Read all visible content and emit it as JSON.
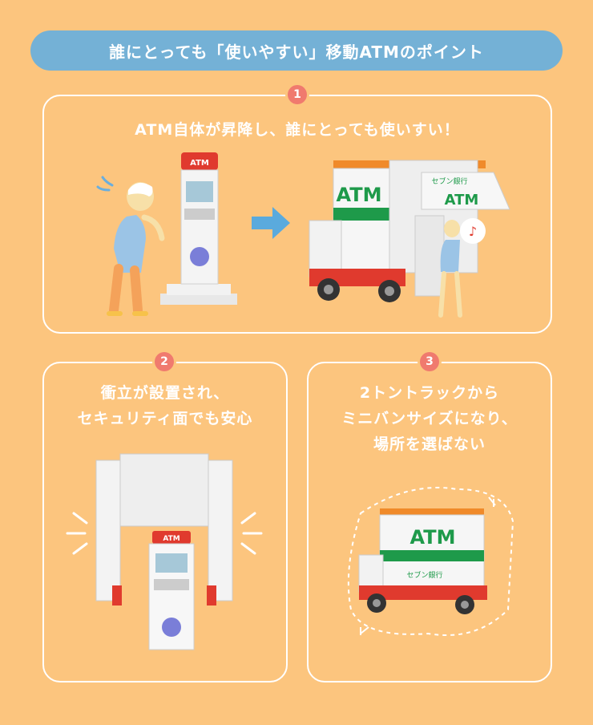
{
  "header": {
    "title": "誰にとっても「使いやすい」移動ATMのポイント"
  },
  "points": [
    {
      "number": "1",
      "lines": [
        "ATM自体が昇降し、誰にとっても使いすい！"
      ]
    },
    {
      "number": "2",
      "lines": [
        "衝立が設置され、",
        "セキュリティ面でも安心"
      ]
    },
    {
      "number": "3",
      "lines": [
        "2トントラックから",
        "ミニバンサイズになり、",
        "場所を選ばない"
      ]
    }
  ],
  "signage": {
    "atm_label": "ATM",
    "bank_name": "セブン銀行"
  },
  "colors": {
    "background": "#fcc57e",
    "title_pill": "#74b1d6",
    "badge": "#f07a6e",
    "bank_green": "#1e9a4a",
    "bank_red": "#e03a2e",
    "bank_orange": "#f08a2a",
    "arrow_blue": "#5aaadd"
  }
}
